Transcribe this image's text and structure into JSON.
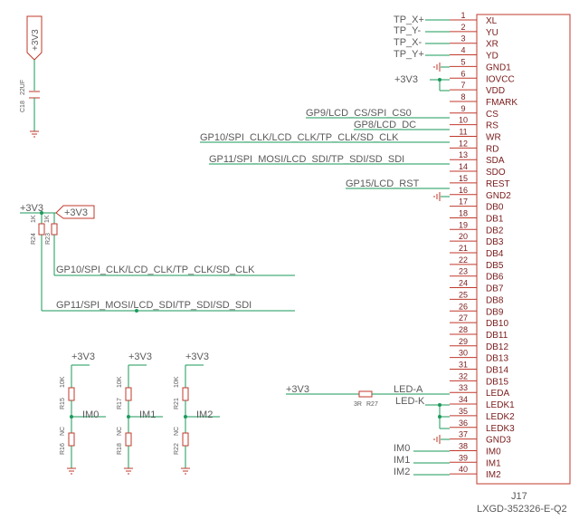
{
  "connector": {
    "ref": "J17",
    "part": "LXGD-352326-E-Q2",
    "pins": [
      {
        "num": "1",
        "name": "XL"
      },
      {
        "num": "2",
        "name": "YU"
      },
      {
        "num": "3",
        "name": "XR"
      },
      {
        "num": "4",
        "name": "YD"
      },
      {
        "num": "5",
        "name": "GND1"
      },
      {
        "num": "6",
        "name": "IOVCC"
      },
      {
        "num": "7",
        "name": "VDD"
      },
      {
        "num": "8",
        "name": "FMARK"
      },
      {
        "num": "9",
        "name": "CS"
      },
      {
        "num": "10",
        "name": "RS"
      },
      {
        "num": "11",
        "name": "WR"
      },
      {
        "num": "12",
        "name": "RD"
      },
      {
        "num": "13",
        "name": "SDA"
      },
      {
        "num": "14",
        "name": "SDO"
      },
      {
        "num": "15",
        "name": "REST"
      },
      {
        "num": "16",
        "name": "GND2"
      },
      {
        "num": "17",
        "name": "DB0"
      },
      {
        "num": "18",
        "name": "DB1"
      },
      {
        "num": "19",
        "name": "DB2"
      },
      {
        "num": "20",
        "name": "DB3"
      },
      {
        "num": "21",
        "name": "DB4"
      },
      {
        "num": "22",
        "name": "DB5"
      },
      {
        "num": "23",
        "name": "DB6"
      },
      {
        "num": "24",
        "name": "DB7"
      },
      {
        "num": "25",
        "name": "DB8"
      },
      {
        "num": "26",
        "name": "DB9"
      },
      {
        "num": "27",
        "name": "DB10"
      },
      {
        "num": "28",
        "name": "DB11"
      },
      {
        "num": "29",
        "name": "DB12"
      },
      {
        "num": "30",
        "name": "DB13"
      },
      {
        "num": "31",
        "name": "DB14"
      },
      {
        "num": "32",
        "name": "DB15"
      },
      {
        "num": "33",
        "name": "LEDA"
      },
      {
        "num": "34",
        "name": "LEDK1"
      },
      {
        "num": "35",
        "name": "LEDK2"
      },
      {
        "num": "36",
        "name": "LEDK3"
      },
      {
        "num": "37",
        "name": "GND3"
      },
      {
        "num": "38",
        "name": "IM0"
      },
      {
        "num": "39",
        "name": "IM1"
      },
      {
        "num": "40",
        "name": "IM2"
      }
    ]
  },
  "nets": {
    "tp_xp": "TP_X+",
    "tp_ym": "TP_Y-",
    "tp_xm": "TP_X-",
    "tp_yp": "TP_Y+",
    "v33": "+3V3",
    "cs": "GP9/LCD_CS/SPI_CS0",
    "dc": "GP8/LCD_DC",
    "clk": "GP10/SPI_CLK/LCD_CLK/TP_CLK/SD_CLK",
    "mosi": "GP11/SPI_MOSI/LCD_SDI/TP_SDI/SD_SDI",
    "rst": "GP15/LCD_RST",
    "leda": "LED-A",
    "ledk": "LED-K",
    "im0": "IM0",
    "im1": "IM1",
    "im2": "IM2"
  },
  "pullups": {
    "flag": "+3V3",
    "r24_ref": "R24",
    "r24_val": "1K",
    "r23_ref": "R23",
    "r23_val": "1K"
  },
  "capacitor": {
    "ref": "C18",
    "value": "22UF",
    "flag": "+3V3"
  },
  "led_resistor": {
    "ref": "R27",
    "value": "3R"
  },
  "im_dividers": [
    {
      "top_ref": "R15",
      "top_val": "10K",
      "bot_ref": "R16",
      "bot_val": "NC",
      "net": "IM0"
    },
    {
      "top_ref": "R17",
      "top_val": "10K",
      "bot_ref": "R18",
      "bot_val": "NC",
      "net": "IM1"
    },
    {
      "top_ref": "R21",
      "top_val": "10K",
      "bot_ref": "R22",
      "bot_val": "NC",
      "net": "IM2"
    }
  ],
  "colors": {
    "wire": "#1a9a5a",
    "part": "#c0392b",
    "text": "#5a5a5a"
  }
}
